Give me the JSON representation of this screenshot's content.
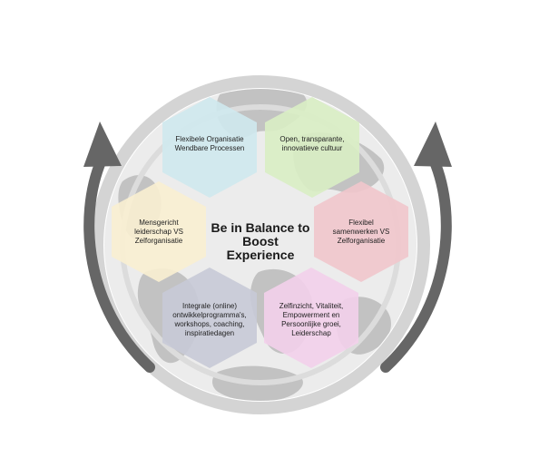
{
  "diagram": {
    "center_title": [
      "Be in Balance to",
      "Boost",
      "Experience"
    ],
    "hexagons": [
      {
        "lines": [
          "Flexibele Organisatie",
          "Wendbare Processen"
        ],
        "color": "#cfe8ee"
      },
      {
        "lines": [
          "Open, transparante,",
          "innovatieve cultuur"
        ],
        "color": "#d9eec4"
      },
      {
        "lines": [
          "Mensgericht",
          "leiderschap VS",
          "Zelforganisatie"
        ],
        "color": "#f8efd1"
      },
      {
        "lines": [
          "Flexibel",
          "samenwerken VS",
          "Zelforganisatie"
        ],
        "color": "#f0c7cc"
      },
      {
        "lines": [
          "Integrale (online)",
          "ontwikkelprogramma's,",
          "workshops, coaching,",
          "inspiratiedagen"
        ],
        "color": "#c8cad7"
      },
      {
        "lines": [
          "Zelfinzicht, Vitaliteit,",
          "Empowerment en",
          "Persoonlijke groei,",
          "Leiderschap"
        ],
        "color": "#f2d0ea"
      }
    ],
    "colors": {
      "ring": "#d4d4d4",
      "globe": "#ececec",
      "land": "#bdbdbd",
      "arrow": "#666666"
    }
  }
}
